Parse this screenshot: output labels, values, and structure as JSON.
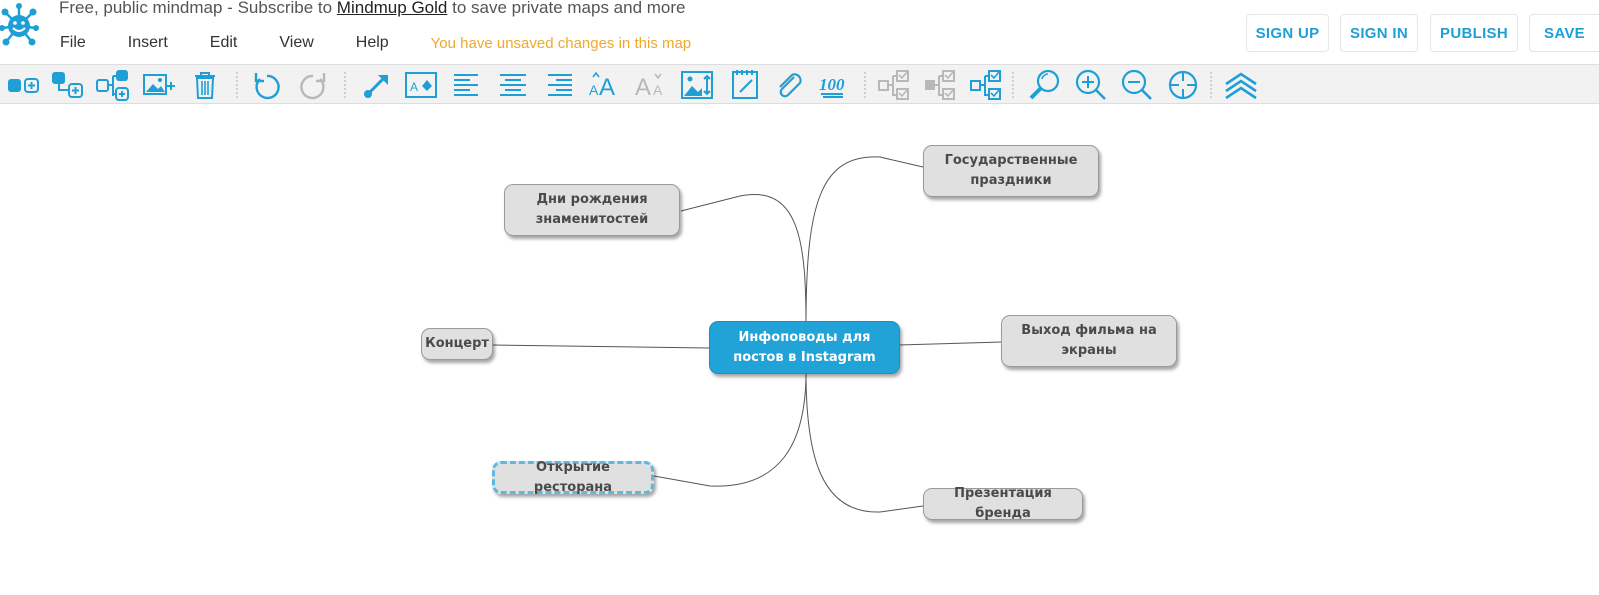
{
  "header": {
    "banner": {
      "prefix": "Free, public mindmap - Subscribe to",
      "link": "Mindmup Gold",
      "suffix": "to save private maps and more"
    },
    "menu": [
      "File",
      "Insert",
      "Edit",
      "View",
      "Help"
    ],
    "unsaved_notice": "You have unsaved changes in this map",
    "buttons": {
      "sign_up": "SIGN UP",
      "sign_in": "SIGN IN",
      "publish": "PUBLISH",
      "save": "SAVE"
    }
  },
  "toolbar": {
    "icons": [
      "add-sibling-icon",
      "add-child-icon",
      "add-subtree-icon",
      "add-image-icon",
      "delete-icon",
      "undo-icon",
      "redo-icon",
      "connect-icon",
      "text-style-icon",
      "align-left-icon",
      "align-center-icon",
      "align-right-icon",
      "font-larger-icon",
      "font-smaller-icon",
      "resize-image-icon",
      "note-icon",
      "attachment-icon",
      "progress-icon",
      "collapse-progress-icon",
      "move-progress-icon",
      "expand-progress-icon",
      "find-icon",
      "zoom-in-icon",
      "zoom-out-icon",
      "center-icon",
      "collapse-toolbar-icon"
    ],
    "accent_color": "#1e9fd6",
    "disabled_color": "#b8b8b8"
  },
  "mindmap": {
    "root": "Инфоповоды для постов в Instagram",
    "nodes": {
      "holidays": "Государственные праздники",
      "birthdays": "Дни рождения знаменитостей",
      "concert": "Концерт",
      "movie": "Выход фильма на экраны",
      "restaurant": "Открытие ресторана",
      "brand": "Презентация бренда"
    },
    "selected_node": "Открытие ресторана",
    "colors": {
      "root_fill": "#21a3d8",
      "node_fill": "#e0e0e0",
      "selection_border": "#5fb8e0"
    }
  }
}
